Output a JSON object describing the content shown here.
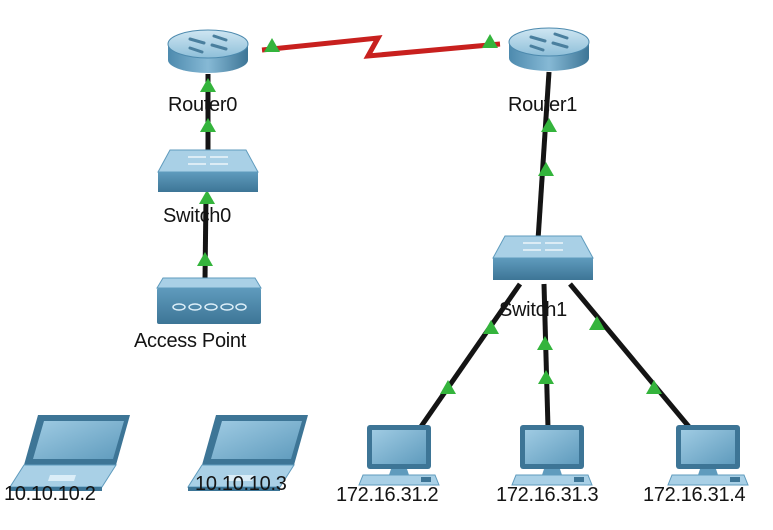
{
  "colors": {
    "wan_link": "#c8201e",
    "lan_link": "#141414",
    "link_up_indicator": "#34b43c",
    "device_blue": "#6aa3c3",
    "device_dark": "#3d7596"
  },
  "devices": {
    "router0": {
      "label": "Router0",
      "icon": "router-icon"
    },
    "router1": {
      "label": "Router1",
      "icon": "router-icon"
    },
    "switch0": {
      "label": "Switch0",
      "icon": "switch-icon"
    },
    "switch1": {
      "label": "Switch1",
      "icon": "switch-icon"
    },
    "access_point": {
      "label": "Access Point",
      "icon": "access-point-icon"
    },
    "laptop1": {
      "label": "10.10.10.2",
      "icon": "laptop-icon"
    },
    "laptop2": {
      "label": "10.10.10.3",
      "icon": "laptop-icon"
    },
    "pc1": {
      "label": "172.16.31.2",
      "icon": "pc-icon"
    },
    "pc2": {
      "label": "172.16.31.3",
      "icon": "pc-icon"
    },
    "pc3": {
      "label": "172.16.31.4",
      "icon": "pc-icon"
    }
  }
}
